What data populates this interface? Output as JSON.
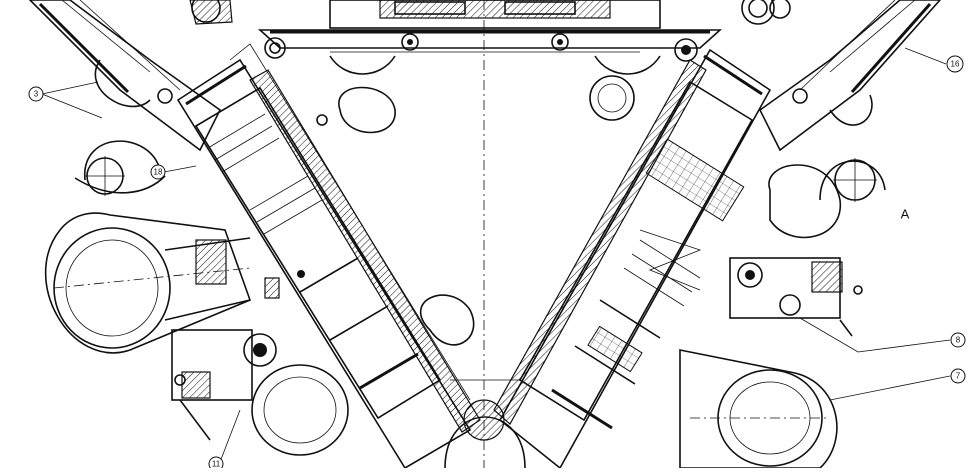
{
  "diagram": {
    "view_letter": "A",
    "callouts": [
      {
        "label": "3"
      },
      {
        "label": "18"
      },
      {
        "label": "16"
      },
      {
        "label": "8"
      },
      {
        "label": "7"
      },
      {
        "label": "11"
      }
    ]
  }
}
